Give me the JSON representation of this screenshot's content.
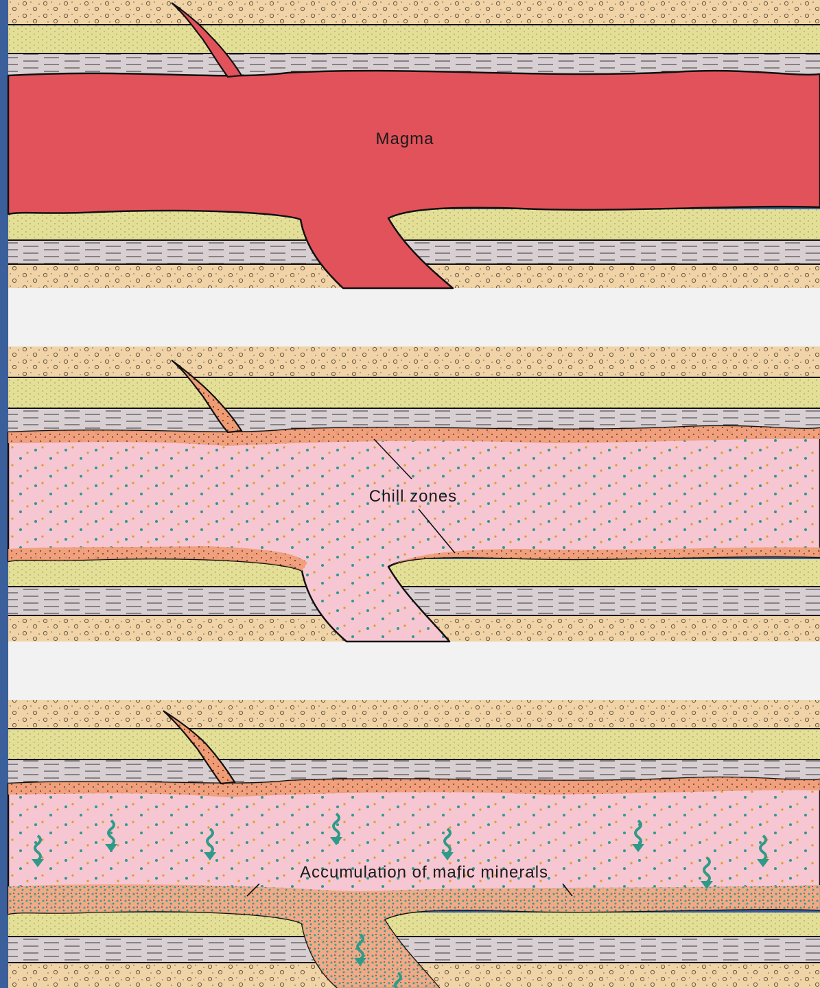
{
  "panels": [
    {
      "id": "magma",
      "label": "Magma"
    },
    {
      "id": "chill",
      "label": "Chill zones"
    },
    {
      "id": "accumulation",
      "label": "Accumulation of mafic minerals"
    }
  ],
  "colors": {
    "frame": "#3a5f9a",
    "gap": "#f3f2f2",
    "conglomerate": "#f0d3a6",
    "sandstone": "#e4df97",
    "shale": "#d8cfd2",
    "magma": "#e2525a",
    "cooled_sill": "#f6c6d2",
    "chill_zone": "#ef9c74",
    "crystals": "#2f9a88"
  }
}
